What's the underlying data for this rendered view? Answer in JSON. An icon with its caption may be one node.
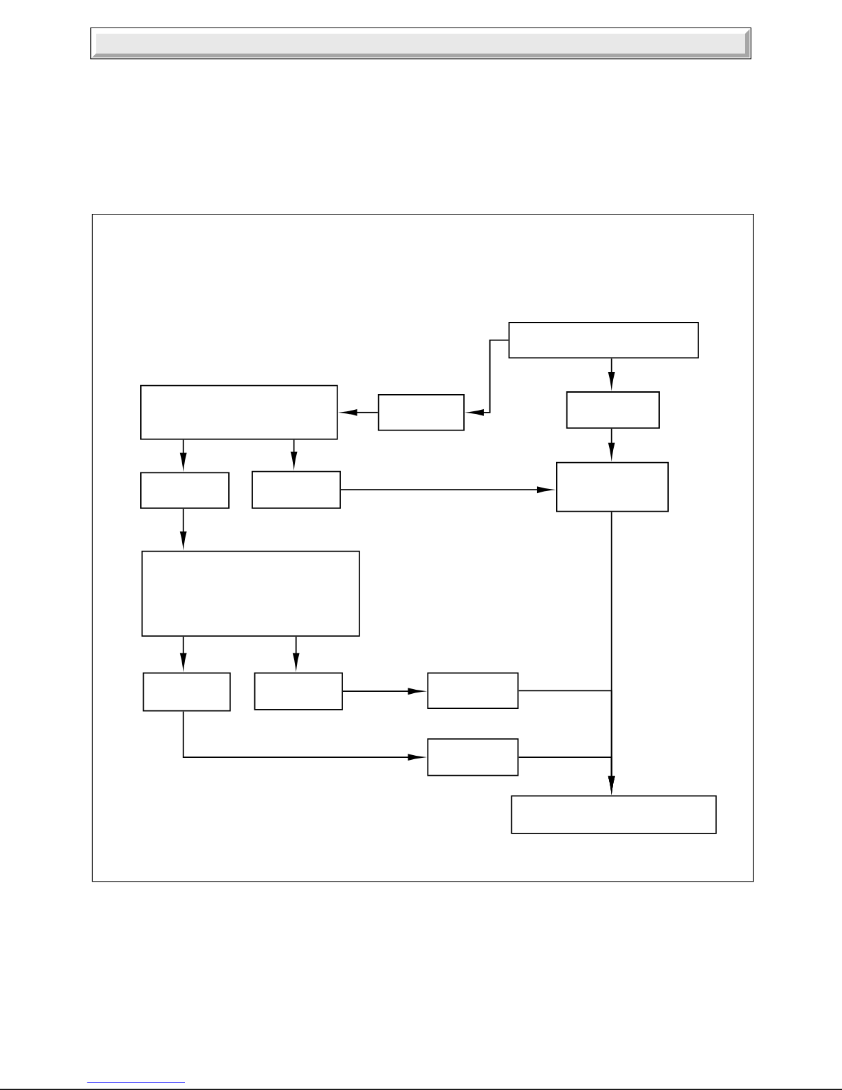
{
  "diagram": {
    "nodes": [
      {
        "text": [],
        "shape": "box"
      },
      {
        "text": [],
        "shape": "box"
      },
      {
        "text": [],
        "shape": "box"
      },
      {
        "text": [],
        "shape": "box"
      },
      {
        "text": [],
        "shape": "box"
      },
      {
        "text": [],
        "shape": "box"
      },
      {
        "text": [],
        "shape": "box"
      },
      {
        "text": [],
        "shape": "box"
      },
      {
        "text": [],
        "shape": "box"
      },
      {
        "text": [],
        "shape": "box"
      },
      {
        "text": [],
        "shape": "box"
      },
      {
        "text": [],
        "shape": "box"
      },
      {
        "text": [],
        "shape": "box"
      }
    ],
    "edges": [
      {
        "from": 0,
        "to": 2,
        "arrow": "to"
      },
      {
        "from": 2,
        "to": 1,
        "arrow": "to"
      },
      {
        "from": 0,
        "to": 3,
        "arrow": "to"
      },
      {
        "from": 3,
        "to": 6,
        "arrow": "to"
      },
      {
        "from": 1,
        "to": 4,
        "arrow": "to"
      },
      {
        "from": 1,
        "to": 5,
        "arrow": "to"
      },
      {
        "from": 5,
        "to": 6,
        "arrow": "to"
      },
      {
        "from": 4,
        "to": 7,
        "arrow": "to"
      },
      {
        "from": 6,
        "to": 12,
        "arrow": "to"
      },
      {
        "from": 7,
        "to": 8,
        "arrow": "to"
      },
      {
        "from": 7,
        "to": 9,
        "arrow": "to"
      },
      {
        "from": 9,
        "to": 10,
        "arrow": "to"
      },
      {
        "from": 10,
        "to": 12,
        "arrow": "to"
      },
      {
        "from": 8,
        "to": 11,
        "arrow": "to"
      },
      {
        "from": 11,
        "to": 12,
        "arrow": "to"
      }
    ]
  }
}
